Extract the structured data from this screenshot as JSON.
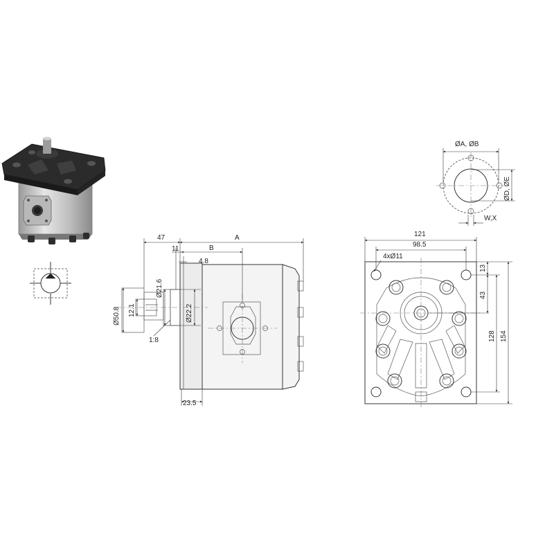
{
  "labels": {
    "dim_47": "47",
    "dim_a": "A",
    "dim_11": "11",
    "dim_b": "B",
    "dim_4_8": "4.8",
    "dim_d21_6": "Ø21.6",
    "dim_12_1": "12.1",
    "dim_d50_8": "Ø50.8",
    "dim_d22_2": "Ø22.2",
    "dim_1_8": "1:8",
    "dim_23_5": "23.5",
    "dim_121": "121",
    "dim_98_5": "98.5",
    "dim_4x11": "4xØ11",
    "dim_13": "13",
    "dim_43": "43",
    "dim_128": "128",
    "dim_154": "154",
    "port_dim_ab": "ØA, ØB",
    "port_dim_de": "ØD, ØE",
    "port_dim_wx": "W,X"
  },
  "icons": {
    "product_photo": "gear-pump-photo-icon",
    "symbol": "hydraulic-pump-symbol-icon"
  },
  "colors": {
    "line": "#333333",
    "pump_body": "#c8c8c8",
    "pump_flange": "#2b2b2b"
  }
}
